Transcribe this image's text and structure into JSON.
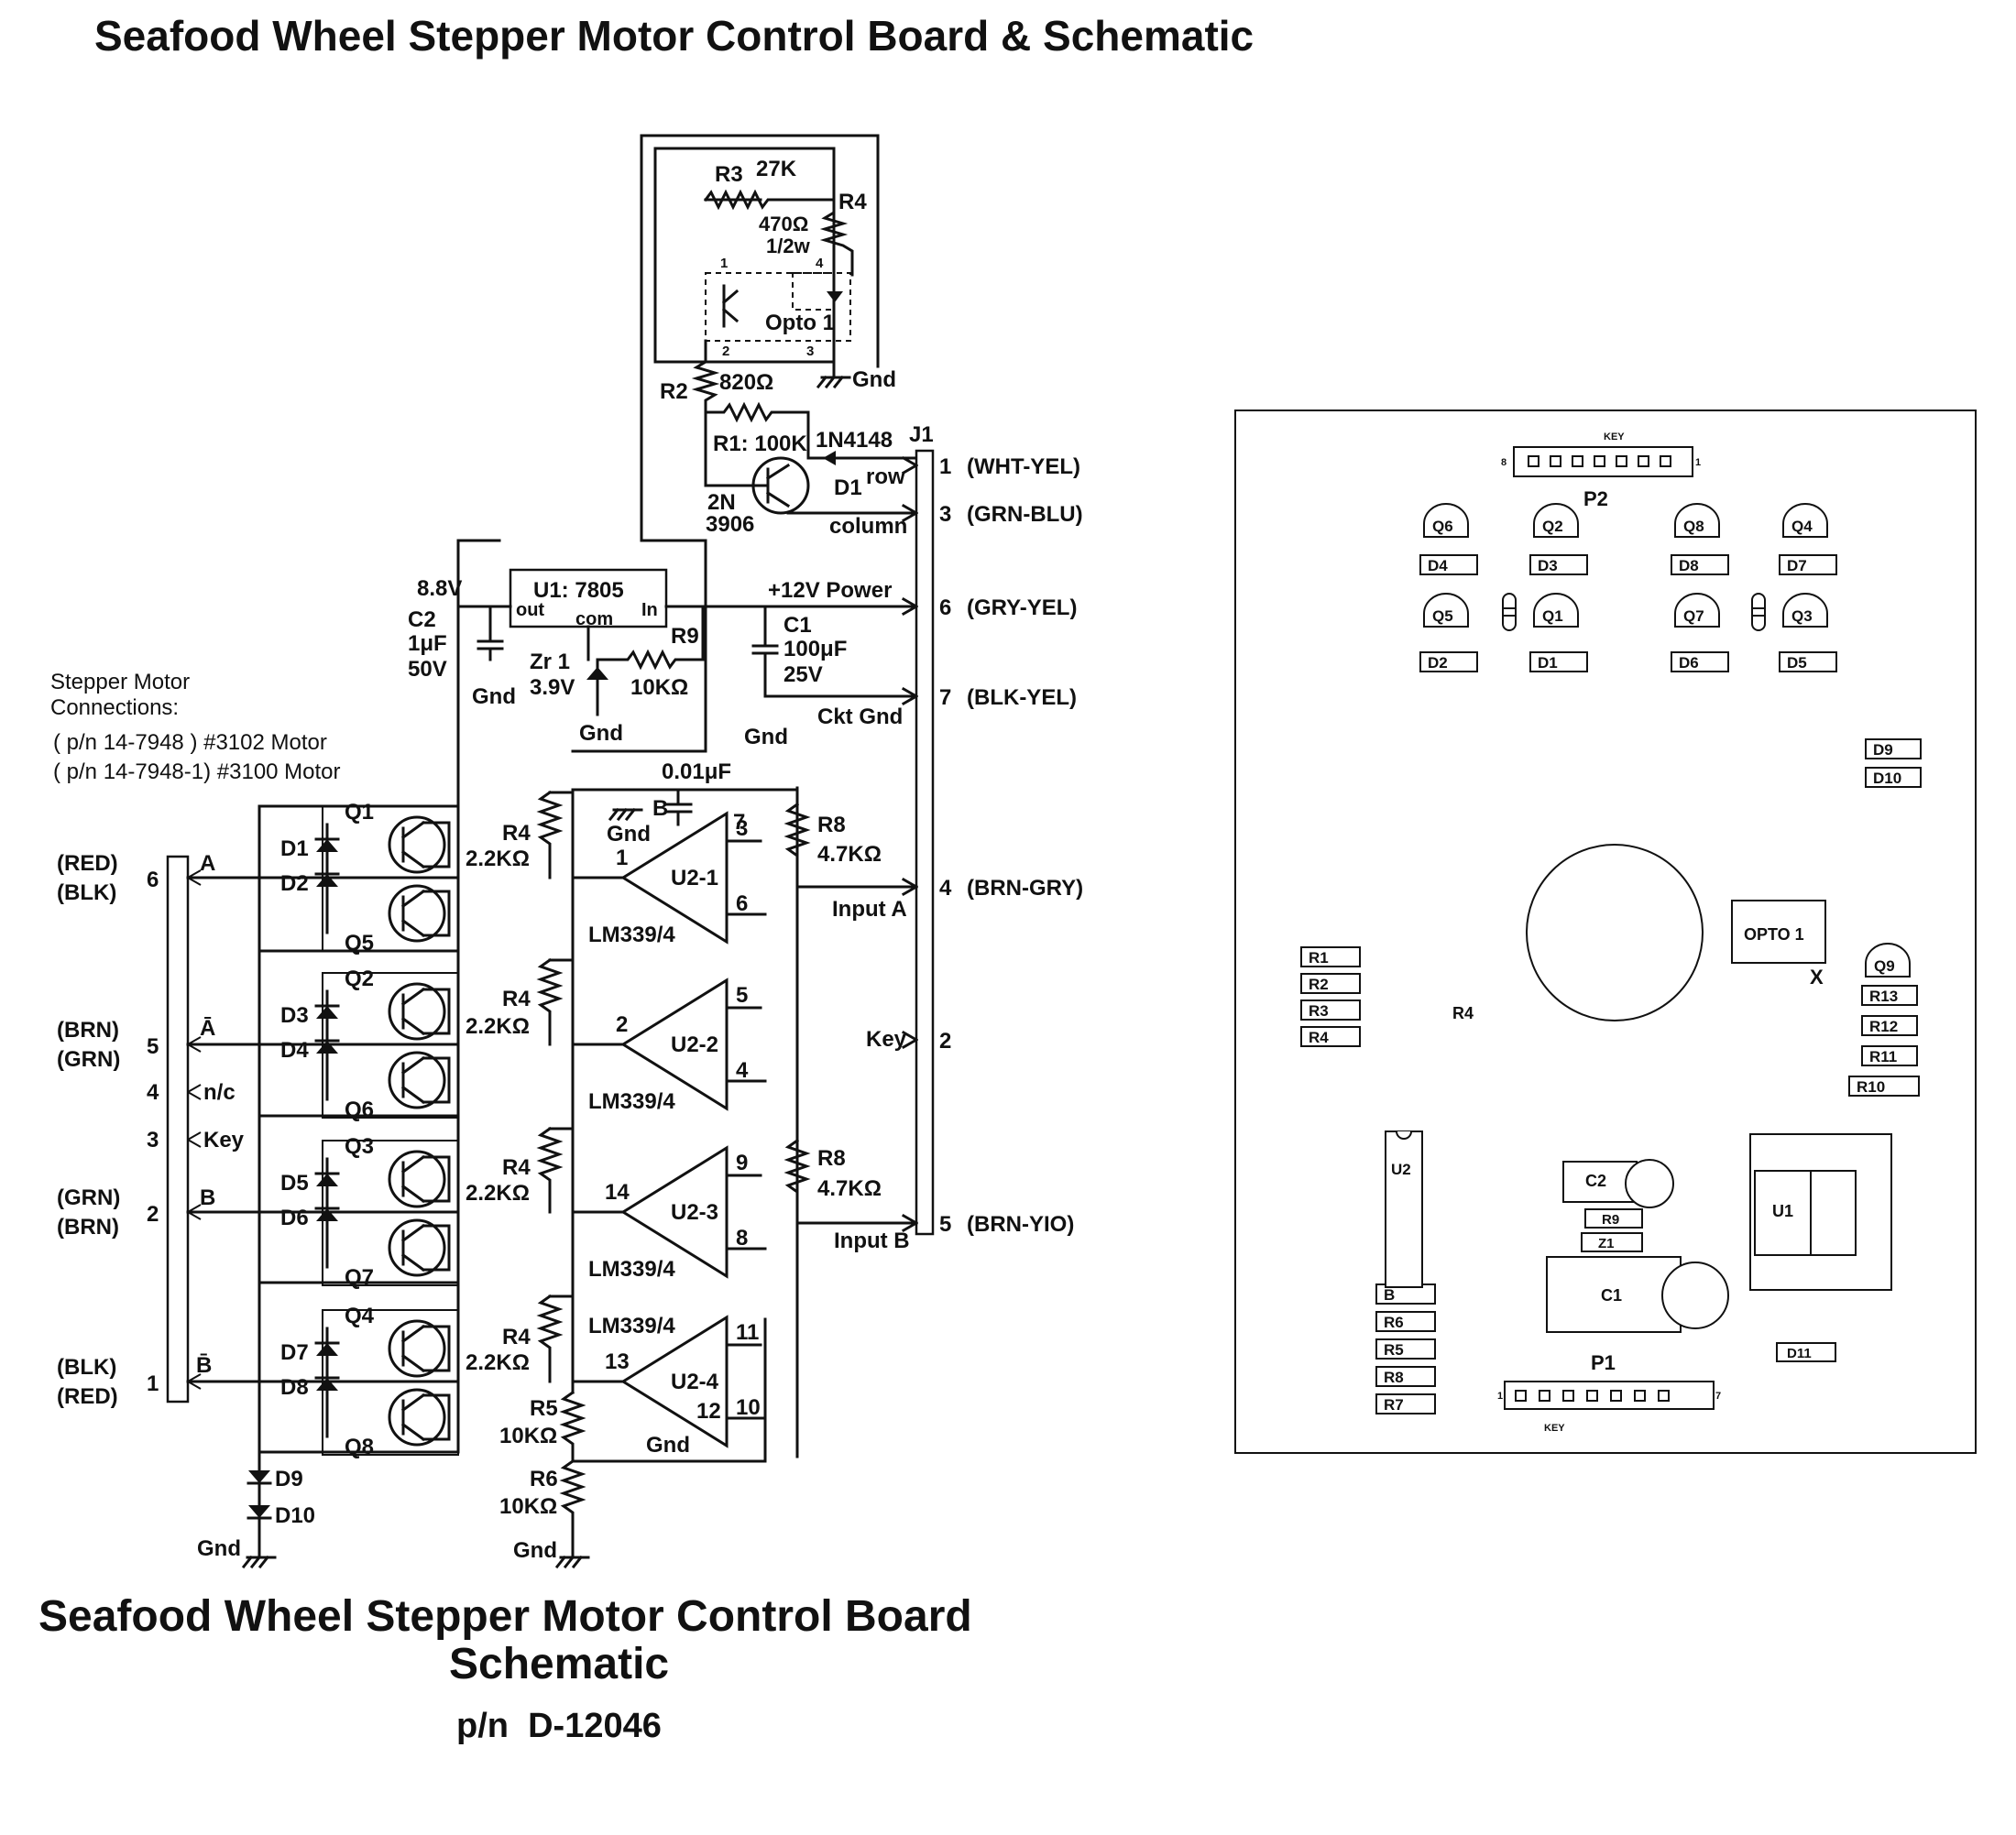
{
  "page_title": "Seafood Wheel Stepper Motor Control Board & Schematic",
  "caption": {
    "line1": "Seafood Wheel Stepper Motor Control Board",
    "line2": "Schematic",
    "part_number": "p/n  D-12046"
  },
  "motor_connections": {
    "heading_1": "Stepper Motor",
    "heading_2": "Connections:",
    "line_1": "( p/n 14-7948 )  #3102 Motor",
    "line_2": "( p/n 14-7948-1)  #3100 Motor"
  },
  "motor_wires": [
    {
      "top": "(RED)",
      "bottom": "(BLK)",
      "pin": "6",
      "signal": "A"
    },
    {
      "top": "(BRN)",
      "bottom": "(GRN)",
      "pin": "5",
      "signal": "Ā"
    },
    {
      "top": "",
      "bottom": "",
      "pin": "4",
      "signal": "n/c"
    },
    {
      "top": "",
      "bottom": "",
      "pin": "3",
      "signal": "Key"
    },
    {
      "top": "(GRN)",
      "bottom": "(BRN)",
      "pin": "2",
      "signal": "B"
    },
    {
      "top": "(BLK)",
      "bottom": "(RED)",
      "pin": "1",
      "signal": "B̄"
    }
  ],
  "connector_j1": {
    "name": "J1",
    "pins": [
      {
        "pin": "1",
        "wire": "(WHT-YEL)",
        "net": "row"
      },
      {
        "pin": "3",
        "wire": "(GRN-BLU)",
        "net": "column"
      },
      {
        "pin": "6",
        "wire": "(GRY-YEL)",
        "net": "+12V Power"
      },
      {
        "pin": "7",
        "wire": "(BLK-YEL)",
        "net": "Ckt Gnd"
      },
      {
        "pin": "4",
        "wire": "(BRN-GRY)",
        "net": "Input A"
      },
      {
        "pin": "2",
        "wire": "",
        "net": "Key"
      },
      {
        "pin": "5",
        "wire": "(BRN-YIO)",
        "net": "Input B"
      }
    ]
  },
  "components": {
    "r3": "R3",
    "r3_val": "27K",
    "r4_top": "R4",
    "r4_top_val1": "470Ω",
    "r4_top_val2": "1/2w",
    "opto": "Opto 1",
    "opto_pin1": "1",
    "opto_pin2": "2",
    "opto_pin3": "3",
    "opto_pin4": "4",
    "r2": "R2",
    "r2_val": "820Ω",
    "r1": "R1: 100K",
    "d1_part": "1N4148",
    "d1": "D1",
    "q_2n": "2N",
    "q_3906": "3906",
    "u1": "U1: 7805",
    "u1_out": "out",
    "u1_com": "com",
    "u1_in": "In",
    "v_88": "8.8V",
    "c2": "C2",
    "c2_val1": "1μF",
    "c2_val2": "50V",
    "zr1": "Zr 1",
    "zr1_val": "3.9V",
    "r9": "R9",
    "r9_val": "10KΩ",
    "c1": "C1",
    "c1_val1": "100μF",
    "c1_val2": "25V",
    "cap_001": "0.01μF",
    "cap_b": "B",
    "r8": "R8",
    "r8_val": "4.7KΩ",
    "r4_cmp": "R4",
    "r4_cmp_val": "2.2KΩ",
    "lm339": "LM339/4",
    "r5": "R5",
    "r5_val": "10KΩ",
    "r6": "R6",
    "r6_val": "10KΩ",
    "d9": "D9",
    "d10": "D10",
    "gnd": "Gnd"
  },
  "transistors": [
    "Q1",
    "Q5",
    "Q2",
    "Q6",
    "Q3",
    "Q7",
    "Q4",
    "Q8"
  ],
  "diodes": [
    "D1",
    "D2",
    "D3",
    "D4",
    "D5",
    "D6",
    "D7",
    "D8"
  ],
  "comparators": [
    {
      "name": "U2-1",
      "in_a": "1",
      "in_b": "3",
      "out": "6",
      "pwr": "7"
    },
    {
      "name": "U2-2",
      "in_a": "2",
      "in_b": "5",
      "out": "4",
      "pwr": ""
    },
    {
      "name": "U2-3",
      "in_a": "14",
      "in_b": "9",
      "out": "8",
      "pwr": ""
    },
    {
      "name": "U2-4",
      "in_a": "13",
      "in_b": "11",
      "out": "10",
      "pwr": "12"
    }
  ],
  "board_layout": {
    "p2": "P2",
    "p2_key": "KEY",
    "p2_pin_first": "8",
    "p2_pin_last": "1",
    "p1": "P1",
    "p1_key": "KEY",
    "p1_pin_first": "1",
    "p1_pin_last": "7",
    "transistors_top": [
      "Q6",
      "Q2",
      "Q8",
      "Q4"
    ],
    "diodes_top": [
      "D4",
      "D3",
      "D8",
      "D7"
    ],
    "transistors_mid": [
      "Q5",
      "Q1",
      "Q7",
      "Q3"
    ],
    "diodes_mid": [
      "D2",
      "D1",
      "D6",
      "D5"
    ],
    "d9": "D9",
    "d10": "D10",
    "resistors_left": [
      "R1",
      "R2",
      "R3",
      "R4"
    ],
    "r4_label": "R4",
    "opto": "OPTO 1",
    "opto_mark": "X",
    "q9": "Q9",
    "resistors_right": [
      "R13",
      "R12",
      "R11",
      "R10"
    ],
    "u2": "U2",
    "left_bottom": [
      "B",
      "R6",
      "R5",
      "R8",
      "R7"
    ],
    "c2": "C2",
    "r9": "R9",
    "z1": "Z1",
    "c1": "C1",
    "u1": "U1",
    "d11": "D11"
  }
}
